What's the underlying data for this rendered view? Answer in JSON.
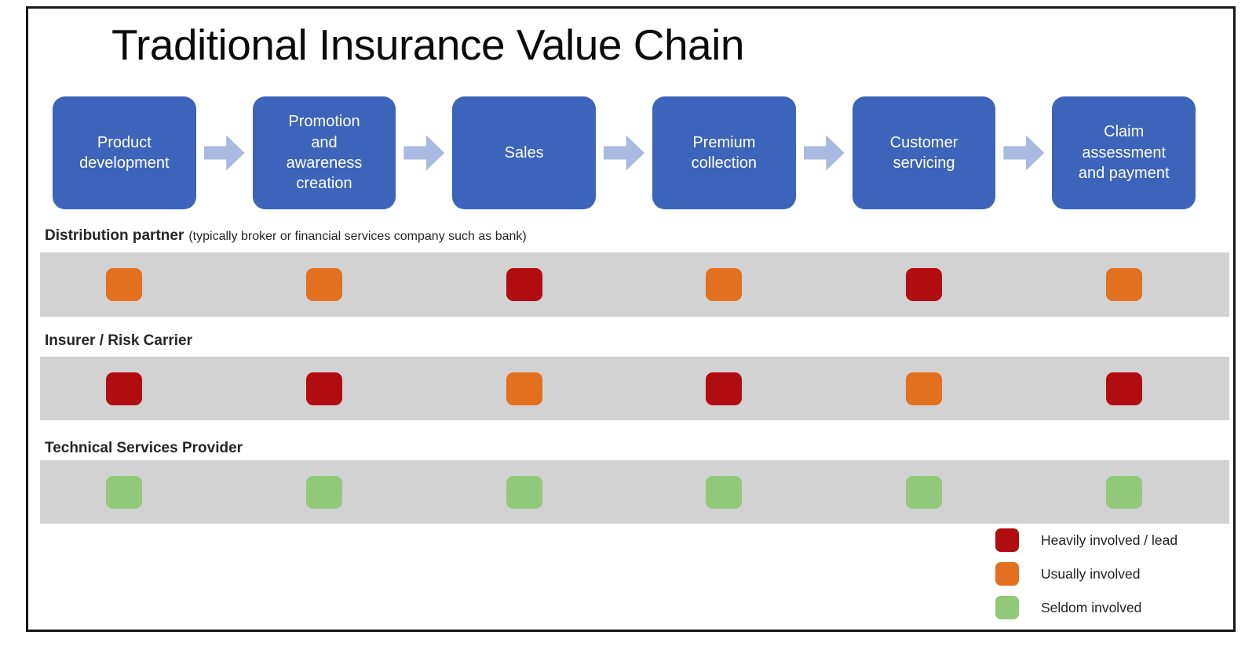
{
  "title": "Traditional Insurance Value Chain",
  "chain": {
    "stages": [
      "Product development",
      "Promotion and awareness creation",
      "Sales",
      "Premium collection",
      "Customer servicing",
      "Claim assessment and payment"
    ]
  },
  "rows": [
    {
      "name": "Distribution partner",
      "note": "(typically broker or financial services company such as bank)",
      "involvement": [
        "usually",
        "usually",
        "heavily",
        "usually",
        "heavily",
        "usually"
      ]
    },
    {
      "name": "Insurer / Risk Carrier",
      "note": "",
      "involvement": [
        "heavily",
        "heavily",
        "usually",
        "heavily",
        "usually",
        "heavily"
      ]
    },
    {
      "name": "Technical Services Provider",
      "note": "",
      "involvement": [
        "seldom",
        "seldom",
        "seldom",
        "seldom",
        "seldom",
        "seldom"
      ]
    }
  ],
  "legend": {
    "items": [
      {
        "label": "Heavily involved / lead",
        "level": "heavily"
      },
      {
        "label": "Usually involved",
        "level": "usually"
      },
      {
        "label": "Seldom involved",
        "level": "seldom"
      }
    ]
  },
  "colors": {
    "stage_box": "#3C64BA",
    "stage_text": "#FFFFFF",
    "arrow": "#A9B9E2",
    "band": "#D2D2D2",
    "frame_border": "#161616",
    "heavily": "#B10D11",
    "usually": "#E2701E",
    "seldom": "#91C87A"
  }
}
